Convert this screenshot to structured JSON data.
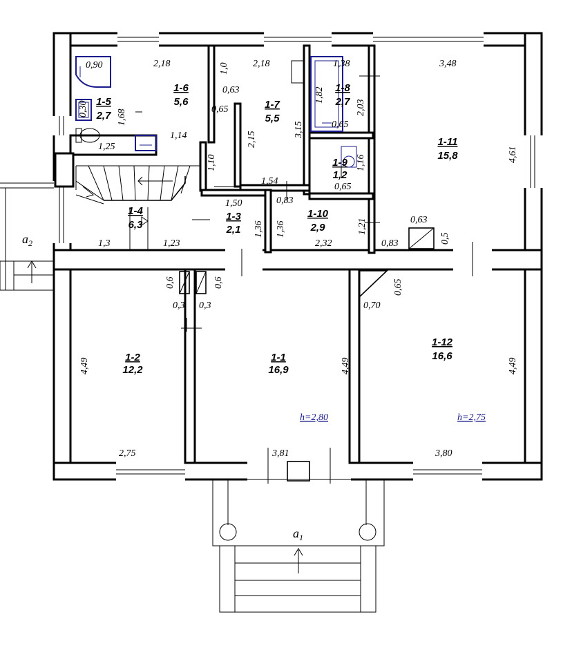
{
  "rooms": [
    {
      "id": "1-1",
      "area": "16,9"
    },
    {
      "id": "1-2",
      "area": "12,2"
    },
    {
      "id": "1-3",
      "area": "2,1"
    },
    {
      "id": "1-4",
      "area": "6,3"
    },
    {
      "id": "1-5",
      "area": "2,7"
    },
    {
      "id": "1-6",
      "area": "5,6"
    },
    {
      "id": "1-7",
      "area": "5,5"
    },
    {
      "id": "1-8",
      "area": "2,7"
    },
    {
      "id": "1-9",
      "area": "1,2"
    },
    {
      "id": "1-10",
      "area": "2,9"
    },
    {
      "id": "1-11",
      "area": "15,8"
    },
    {
      "id": "1-12",
      "area": "16,6"
    }
  ],
  "dimensions": [
    "0,90",
    "2,18",
    "2,18",
    "1,38",
    "3,48",
    "1,0",
    "0,63",
    "1,82",
    "0,65",
    "2,03",
    "1,68",
    "0,30",
    "1,25",
    "1,14",
    "2,15",
    "3,15",
    "0,65",
    "1,10",
    "1,54",
    "1,16",
    "0,65",
    "4,61",
    "1,50",
    "0,83",
    "1,36",
    "1,36",
    "1,21",
    "0,63",
    "0,5",
    "1,3",
    "1,23",
    "2,32",
    "0,83",
    "0,6",
    "0,6",
    "0,3",
    "0,3",
    "0,65",
    "0,70",
    "4,49",
    "4,49",
    "4,49",
    "2,75",
    "3,81",
    "3,80"
  ],
  "heights": [
    "h=2,80",
    "h=2,75"
  ],
  "axes": [
    "a2",
    "a1"
  ]
}
